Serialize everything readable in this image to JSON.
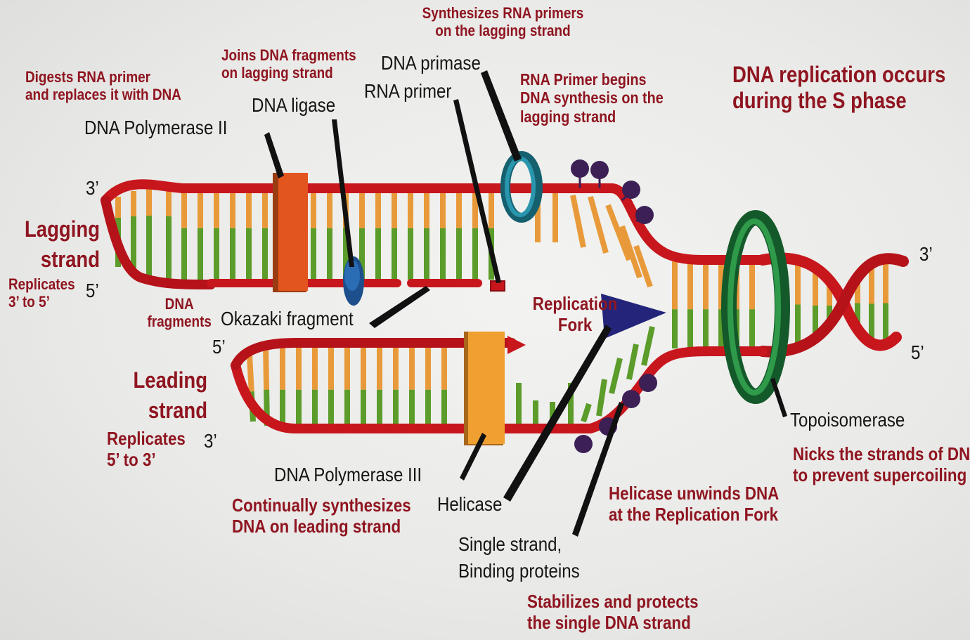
{
  "colors": {
    "backbone": "#c8161d",
    "base_orange": "#e89a3a",
    "base_green": "#5b9c2a",
    "ssb_protein": "#3b1f55",
    "polymerase_ii": "#e3551f",
    "polymerase_iii": "#f0a030",
    "topoisomerase": "#1f7a35",
    "primase": "#1d7f95",
    "helicase": "#24257a",
    "ligase": "#2a6db5",
    "label_red": "#8f1520"
  },
  "notes": {
    "poly2_desc": [
      "Digests RNA primer",
      "and replaces it with DNA"
    ],
    "ligase_desc": [
      "Joins DNA fragments",
      "on lagging strand"
    ],
    "primase_desc": [
      "Synthesizes RNA primers",
      "on the lagging strand"
    ],
    "primer_desc": [
      "RNA Primer begins",
      "DNA synthesis on the",
      "lagging strand"
    ],
    "s_phase": [
      "DNA replication occurs",
      "during the S phase"
    ],
    "lagging_dir": [
      "Replicates",
      "3’ to 5’"
    ],
    "dna_fragments": [
      "DNA",
      "fragments"
    ],
    "fork": [
      "Replication",
      "Fork"
    ],
    "leading_dir": [
      "Replicates",
      "5’ to 3’"
    ],
    "poly3_desc": [
      "Continually synthesizes",
      "DNA on leading strand"
    ],
    "helicase_desc": [
      "Helicase unwinds DNA",
      "at the Replication Fork"
    ],
    "topo_desc": [
      "Nicks the strands of DNA",
      "to prevent supercoiling"
    ],
    "ssb_desc": [
      "Stabilizes and protects",
      "the single DNA strand"
    ]
  },
  "labels": {
    "dna_polymerase_ii": "DNA Polymerase II",
    "dna_ligase": "DNA ligase",
    "dna_primase": "DNA primase",
    "rna_primer": "RNA primer",
    "lagging": [
      "Lagging",
      "strand"
    ],
    "leading": [
      "Leading",
      "strand"
    ],
    "okazaki": "Okazaki fragment",
    "topoisomerase": "Topoisomerase",
    "dna_polymerase_iii": "DNA Polymerase III",
    "helicase": "Helicase",
    "ssb": [
      "Single strand,",
      "Binding proteins"
    ]
  },
  "ends": {
    "lagging_top_3": "3’",
    "lagging_5": "5’",
    "leading_5": "5’",
    "leading_3": "3’",
    "right_3": "3’",
    "right_5": "5’"
  }
}
